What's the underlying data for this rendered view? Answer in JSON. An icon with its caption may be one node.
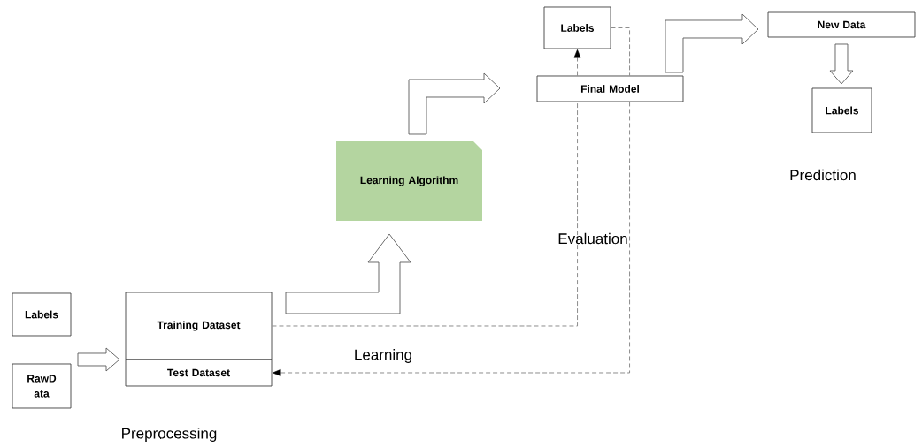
{
  "diagram": {
    "nodes": [
      {
        "text": [
          "Labels"
        ]
      },
      {
        "text": [
          "RawD ata"
        ]
      },
      {
        "text": [
          "Training Dataset"
        ]
      },
      {
        "text": [
          "Test Dataset"
        ]
      },
      {
        "text": [
          "Learning Algorithm"
        ]
      },
      {
        "text": [
          "Final Model"
        ]
      },
      {
        "text": [
          "Labels"
        ]
      },
      {
        "text": [
          "New Data"
        ]
      },
      {
        "text": [
          "Labels"
        ]
      }
    ],
    "edges": [
      {
        "from": 0,
        "to": 2,
        "arrow": "to"
      },
      {
        "from": 1,
        "to": 2,
        "arrow": "to"
      },
      {
        "from": 2,
        "to": 4,
        "arrow": "to"
      },
      {
        "from": 4,
        "to": 5,
        "arrow": "to"
      },
      {
        "from": 5,
        "to": 7,
        "arrow": "to"
      },
      {
        "from": 7,
        "to": 8,
        "arrow": "to"
      },
      {
        "from": 2,
        "to": 5,
        "arrow": "none",
        "style": "dashed"
      },
      {
        "from": 5,
        "to": 6,
        "arrow": "to",
        "style": "dashed"
      },
      {
        "from": 6,
        "to": 5,
        "arrow": "none",
        "style": "dashed"
      },
      {
        "from": 5,
        "to": 3,
        "arrow": "to",
        "style": "dashed"
      }
    ],
    "labels": [
      "Evaluation",
      "Prediction",
      "Learning",
      "Preprocessing"
    ]
  }
}
